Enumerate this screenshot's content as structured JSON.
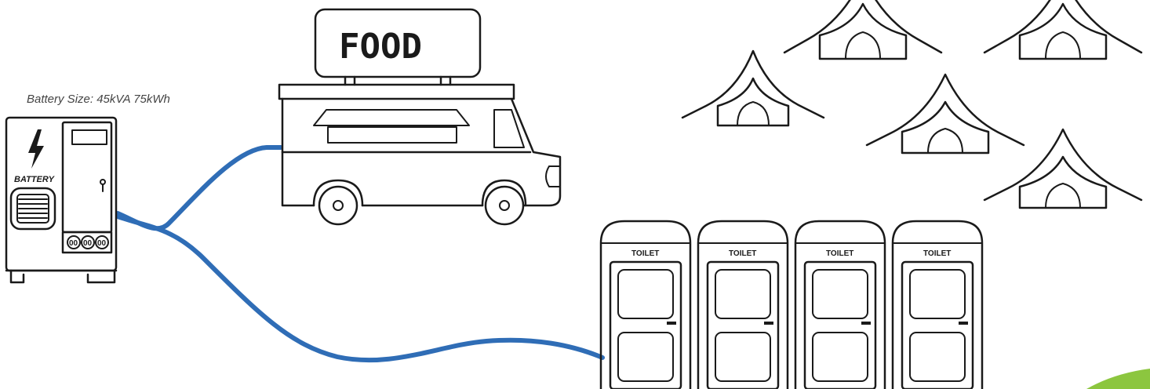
{
  "battery": {
    "caption": "Battery Size: 45kVA 75kWh",
    "label": "BATTERY"
  },
  "food_truck": {
    "sign": "FOOD"
  },
  "toilets": [
    "TOILET",
    "TOILET",
    "TOILET",
    "TOILET"
  ],
  "colors": {
    "cable": "#2f6db6",
    "line": "#1a1a1a",
    "accent": "#8cc63f"
  },
  "icons": [
    "lightning-icon",
    "vent-icon",
    "outlet-icon",
    "tent-icon"
  ]
}
